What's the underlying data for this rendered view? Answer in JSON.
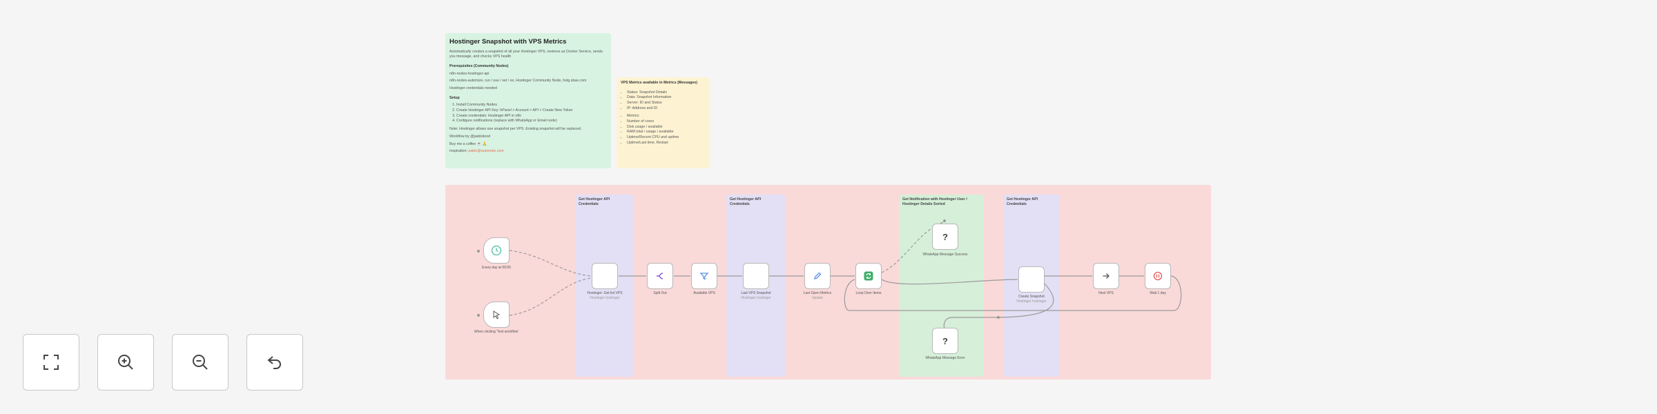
{
  "sticky_main": {
    "title": "Hostinger Snapshot with VPS Metrics",
    "intro": "Automatically creates a snapshot of all your Hostinger VPS, restores as Docker Service, sends you message, and checks VPS health",
    "prereq_title": "Prerequisites (Community Nodes)",
    "prereq_lines": [
      "n8n-nodes-hostinger-api",
      "n8n-nodes-automize, run / use / set / ex, Hostinger Community Node, hstg.sbas.com",
      "Hostinger credentials needed"
    ],
    "setup_title": "Setup",
    "setup_items": [
      "Install Community Nodes",
      "Create Hostinger API Key: hPanel > Account > API > Create New Token",
      "Create credentials: Hostinger API in n8n",
      "Configure notifications (replace with WhatsApp or Email node)"
    ],
    "note": "Note: Hostinger allows one snapshot per VPS. Existing snapshot will be replaced.",
    "author_line1": "Workflow by @pablobrod",
    "author_line2": "Buy me a coffee ☕ 🙏",
    "author_label": "Inspiration:",
    "author_link": "pablo@automize.com"
  },
  "sticky_metrics": {
    "title": "VPS Metrics available in Metrics (Messages)",
    "list1": [
      "Status: Snapshot Details",
      "Data: Snapshot Information",
      "Server: ID and Status",
      "IP: Address and ID"
    ],
    "list2": [
      "Metrics:",
      "Number of cores",
      "Disk usage / available",
      "RAM total / usage / available",
      "Uptime/Recent CPU and uptime",
      "Uptime/Last time, Restart"
    ]
  },
  "sections": [
    {
      "label": "Get Hostinger API Credentials"
    },
    {
      "label": "Get Hostinger API Credentials"
    },
    {
      "label": "Get Notification with Hostinger User / Hostinger Details Sorted"
    },
    {
      "label": "Get Hostinger API Credentials"
    }
  ],
  "nodes": {
    "every_day": {
      "label": "Every day at 00:00",
      "sub": ""
    },
    "manual": {
      "label": "When clicking 'Test workflow'",
      "sub": ""
    },
    "hostinger_get_vps": {
      "label": "Hostinger: Get list VPS",
      "sub": "Hostinger hostinger"
    },
    "split_out": {
      "label": "Split Out",
      "sub": ""
    },
    "available_vps": {
      "label": "Available VPS",
      "sub": ""
    },
    "last_snapshot": {
      "label": "Last VPS Snapshot",
      "sub": "Hostinger hostinger"
    },
    "last_metrics": {
      "label": "Last Open Metrics",
      "sub": "Update"
    },
    "loop_over": {
      "label": "Loop Over Items",
      "sub": ""
    },
    "whatsapp_success": {
      "label": "WhatsApp Message Success",
      "sub": ""
    },
    "whatsapp_error": {
      "label": "WhatsApp Message Error",
      "sub": ""
    },
    "create_snapshot": {
      "label": "Create Snapshot",
      "sub": "Hostinger hostinger"
    },
    "next_vps": {
      "label": "Next VPS",
      "sub": ""
    },
    "wait": {
      "label": "Wait 1 day",
      "sub": ""
    }
  },
  "icons": {
    "every_day": "clock-icon",
    "manual": "cursor-icon",
    "split_out": "split-icon",
    "available_vps": "filter-icon",
    "last_metrics": "pencil-icon",
    "loop_over": "loop-icon",
    "whatsapp": "question-icon",
    "next_vps": "arrow-right-icon",
    "wait": "pause-icon"
  },
  "controls": {
    "fit": "fit-view-icon",
    "zoom_in": "zoom-in-icon",
    "zoom_out": "zoom-out-icon",
    "undo": "undo-icon"
  },
  "colors": {
    "workflow_bg": "#fad9d9",
    "sticky_green": "#d8f3e1",
    "sticky_yellow": "#fdf3d3",
    "section_purple": "#e3dff5",
    "section_green": "#d6efd9",
    "accent_orange": "#e07058"
  }
}
